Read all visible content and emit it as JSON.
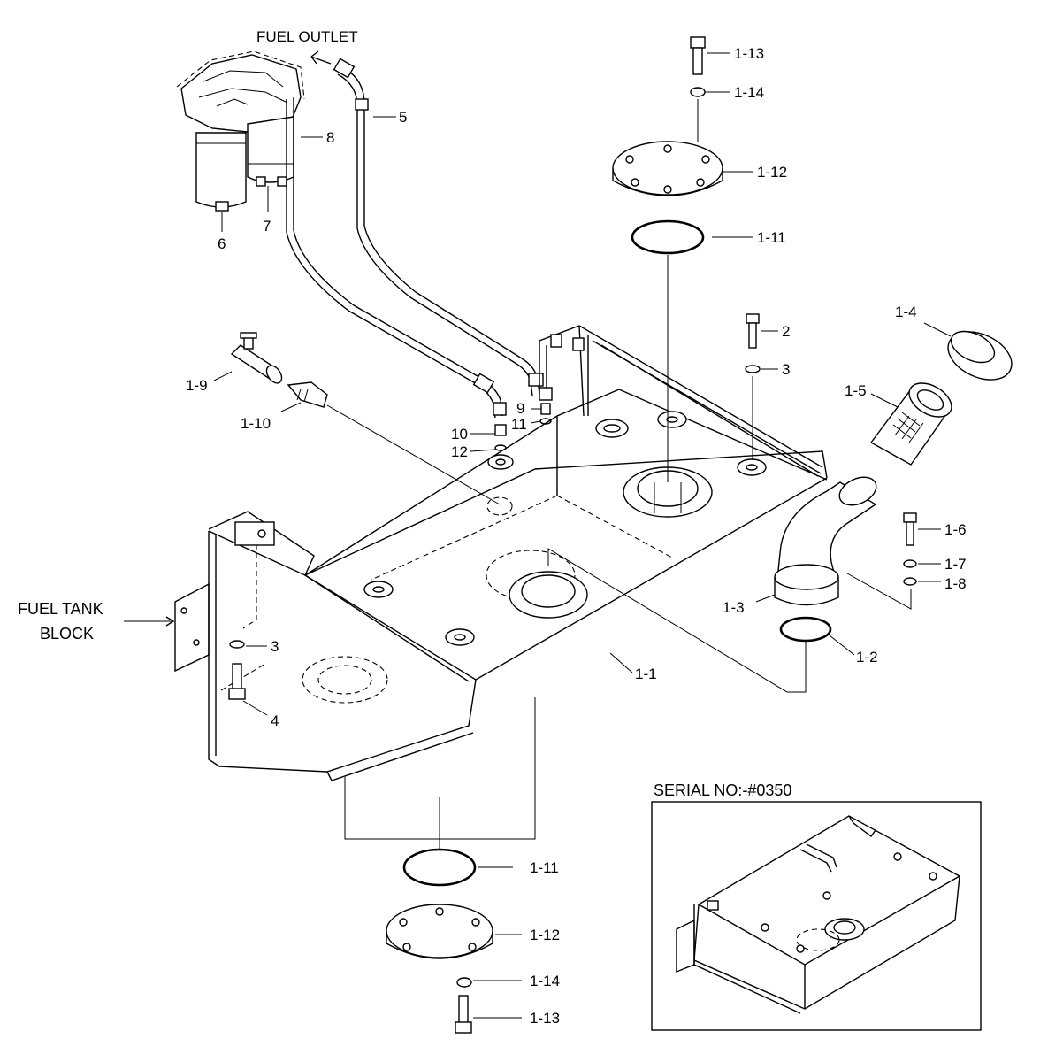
{
  "annotations": {
    "fuel_outlet": "FUEL OUTLET",
    "fuel_tank_block_line1": "FUEL TANK",
    "fuel_tank_block_line2": "BLOCK",
    "serial_no": "SERIAL NO:-#0350"
  },
  "callouts": {
    "c_1_1": "1-1",
    "c_1_2": "1-2",
    "c_1_3": "1-3",
    "c_1_4": "1-4",
    "c_1_5": "1-5",
    "c_1_6": "1-6",
    "c_1_7": "1-7",
    "c_1_8": "1-8",
    "c_1_9": "1-9",
    "c_1_10": "1-10",
    "c_1_11_top": "1-11",
    "c_1_11_bottom": "1-11",
    "c_1_12_top": "1-12",
    "c_1_12_bottom": "1-12",
    "c_1_13_top": "1-13",
    "c_1_13_bottom": "1-13",
    "c_1_14_top": "1-14",
    "c_1_14_bottom": "1-14",
    "c_2": "2",
    "c_3_right": "3",
    "c_3_left": "3",
    "c_4": "4",
    "c_5": "5",
    "c_6": "6",
    "c_7": "7",
    "c_8": "8",
    "c_9": "9",
    "c_10": "10",
    "c_11": "11",
    "c_12": "12"
  }
}
